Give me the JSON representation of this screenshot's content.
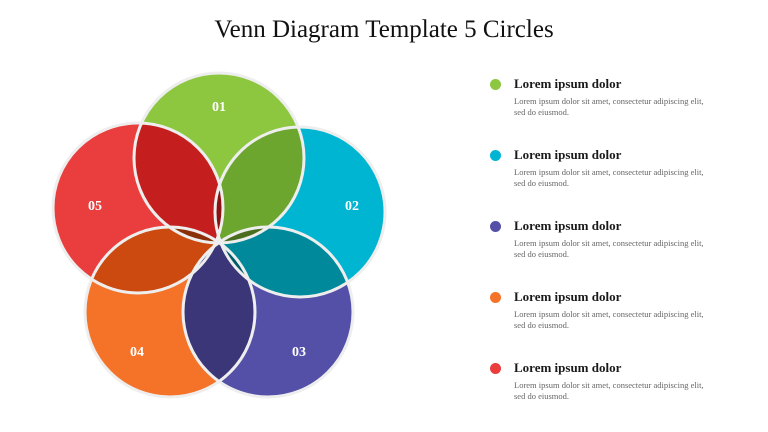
{
  "title": "Venn Diagram Template 5 Circles",
  "circles": [
    {
      "label": "01",
      "color": "#8DC63F"
    },
    {
      "label": "02",
      "color": "#00B5D1"
    },
    {
      "label": "03",
      "color": "#5450A8"
    },
    {
      "label": "04",
      "color": "#F47328"
    },
    {
      "label": "05",
      "color": "#EA3D3D"
    }
  ],
  "center_color": "#F9BE19",
  "legend": [
    {
      "title": "Lorem ipsum dolor",
      "desc": "Lorem ipsum dolor sit amet, consectetur adipiscing elit, sed do eiusmod.",
      "color": "#8DC63F"
    },
    {
      "title": "Lorem ipsum dolor",
      "desc": "Lorem ipsum dolor sit amet, consectetur adipiscing elit, sed do eiusmod.",
      "color": "#00B5D1"
    },
    {
      "title": "Lorem ipsum dolor",
      "desc": "Lorem ipsum dolor sit amet, consectetur adipiscing elit, sed do eiusmod.",
      "color": "#5450A8"
    },
    {
      "title": "Lorem ipsum dolor",
      "desc": "Lorem ipsum dolor sit amet, consectetur adipiscing elit, sed do eiusmod.",
      "color": "#F47328"
    },
    {
      "title": "Lorem ipsum dolor",
      "desc": "Lorem ipsum dolor sit amet, consectetur adipiscing elit, sed do eiusmod.",
      "color": "#EA3D3D"
    }
  ]
}
